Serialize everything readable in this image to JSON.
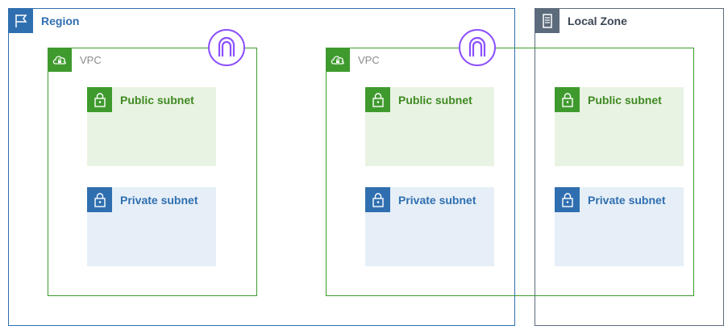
{
  "region": {
    "label": "Region",
    "icon": "flag-icon"
  },
  "local_zone": {
    "label": "Local Zone",
    "icon": "server-icon"
  },
  "vpcs": [
    {
      "label": "VPC",
      "icon": "cloud-lock-icon"
    },
    {
      "label": "VPC",
      "icon": "cloud-lock-icon"
    }
  ],
  "subnets": {
    "public_label": "Public subnet",
    "private_label": "Private subnet"
  },
  "gateway": {
    "icon": "internet-gateway-icon"
  },
  "colors": {
    "region": "#2f6fb0",
    "local_zone": "#5c6b7c",
    "vpc": "#3f9a2e",
    "public_subnet_fill": "#e9f3e3",
    "private_subnet_fill": "#e6eff7",
    "gateway": "#8c4fff"
  }
}
